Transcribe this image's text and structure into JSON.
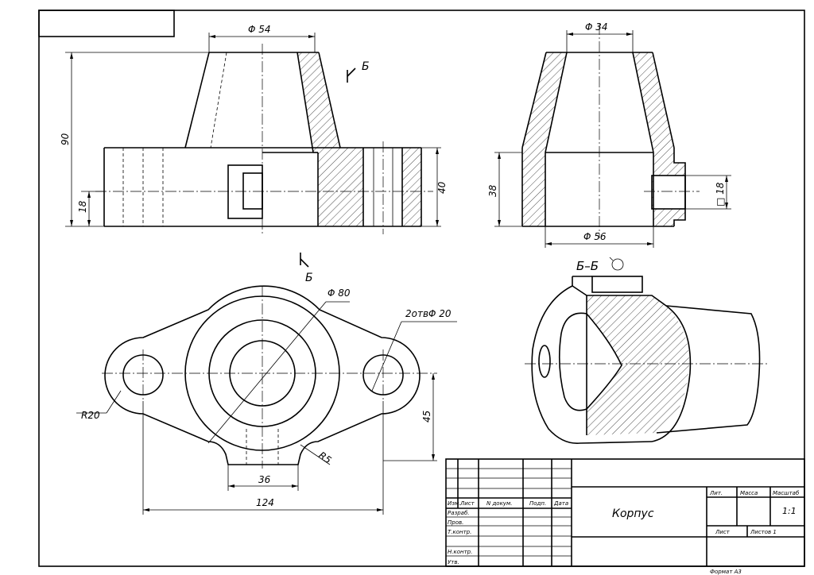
{
  "dimensions": {
    "front_top_dia": "Φ 54",
    "front_height": "90",
    "front_base_height": "18",
    "front_side_height": "40",
    "side_top_dia": "Φ 34",
    "side_base_height": "38",
    "side_square": "□ 18",
    "side_bottom_dia": "Φ 56",
    "plan_dia": "Φ 80",
    "plan_holes": "2отвΦ 20",
    "plan_radius_big": "R20",
    "plan_radius_small": "R5",
    "plan_offset": "45",
    "plan_boss_width": "36",
    "plan_total_length": "124"
  },
  "section_marks": {
    "cut_label_top": "Б",
    "cut_label_bottom": "Б",
    "section_title": "Б–Б"
  },
  "title_block": {
    "part_name": "Корпус",
    "scale": "1:1",
    "col_izm": "Изм.",
    "col_list": "Лист",
    "col_doc": "N докум.",
    "col_sign": "Подп.",
    "col_date": "Дата",
    "row_razrab": "Разраб.",
    "row_prov": "Пров.",
    "row_tkontr": "Т.контр.",
    "row_nkontr": "Н.контр.",
    "row_utv": "Утв.",
    "lit": "Лит.",
    "mass": "Масса",
    "scale_label": "Масштаб",
    "sheet": "Лист",
    "sheets": "Листов 1",
    "format": "Формат А3"
  }
}
